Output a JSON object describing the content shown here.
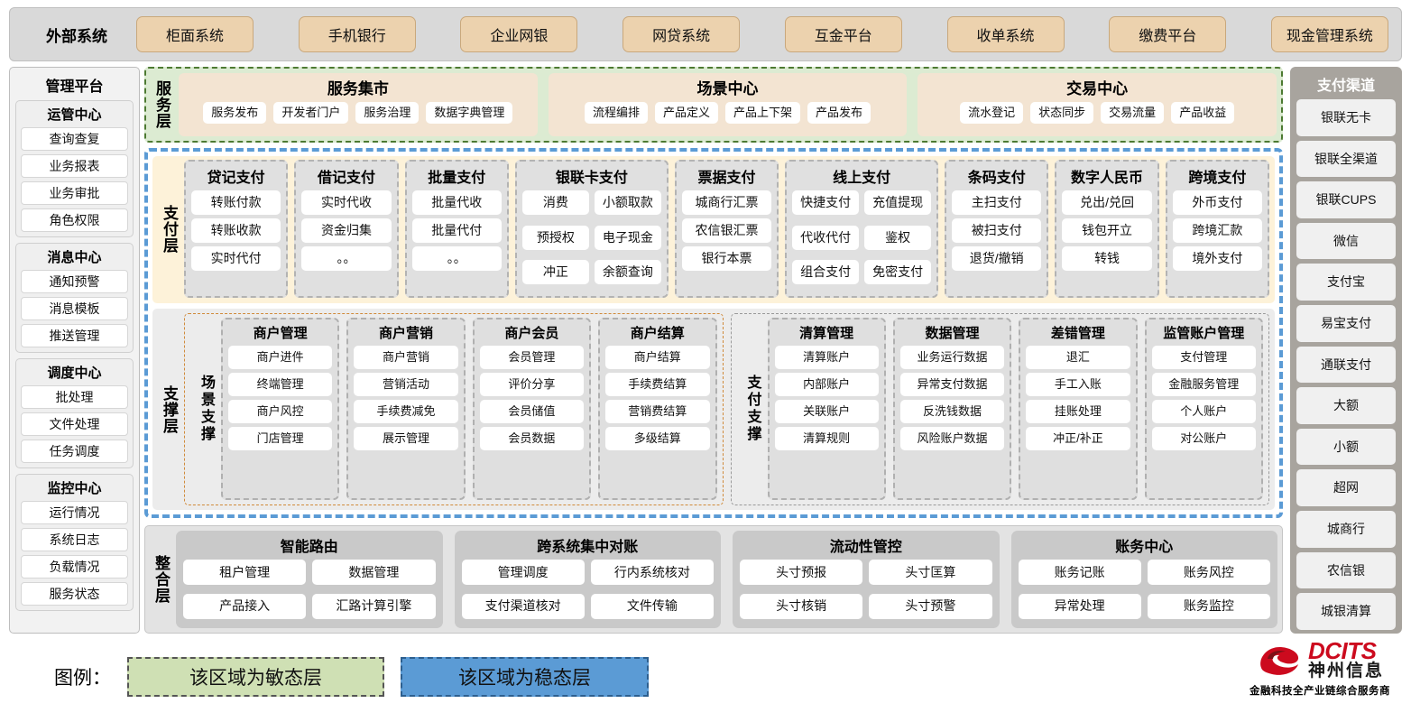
{
  "external": {
    "title": "外部系统",
    "items": [
      "柜面系统",
      "手机银行",
      "企业网银",
      "网贷系统",
      "互金平台",
      "收单系统",
      "缴费平台",
      "现金管理系统"
    ]
  },
  "management": {
    "title": "管理平台",
    "groups": [
      {
        "title": "运管中心",
        "items": [
          "查询查复",
          "业务报表",
          "业务审批",
          "角色权限"
        ]
      },
      {
        "title": "消息中心",
        "items": [
          "通知预警",
          "消息模板",
          "推送管理"
        ]
      },
      {
        "title": "调度中心",
        "items": [
          "批处理",
          "文件处理",
          "任务调度"
        ]
      },
      {
        "title": "监控中心",
        "items": [
          "运行情况",
          "系统日志",
          "负载情况",
          "服务状态"
        ]
      }
    ]
  },
  "service_layer": {
    "label": "服务层",
    "cards": [
      {
        "title": "服务集市",
        "items": [
          "服务发布",
          "开发者门户",
          "服务治理",
          "数据字典管理"
        ]
      },
      {
        "title": "场景中心",
        "items": [
          "流程编排",
          "产品定义",
          "产品上下架",
          "产品发布"
        ]
      },
      {
        "title": "交易中心",
        "items": [
          "流水登记",
          "状态同步",
          "交易流量",
          "产品收益"
        ]
      }
    ]
  },
  "payment_layer": {
    "label": "支付层",
    "cards": [
      {
        "title": "贷记支付",
        "cols": 1,
        "items": [
          "转账付款",
          "转账收款",
          "实时代付"
        ]
      },
      {
        "title": "借记支付",
        "cols": 1,
        "items": [
          "实时代收",
          "资金归集",
          "。。"
        ]
      },
      {
        "title": "批量支付",
        "cols": 1,
        "items": [
          "批量代收",
          "批量代付",
          "。。"
        ]
      },
      {
        "title": "银联卡支付",
        "cols": 2,
        "items": [
          "消费",
          "小额取款",
          "预授权",
          "电子现金",
          "冲正",
          "余额查询"
        ]
      },
      {
        "title": "票据支付",
        "cols": 1,
        "items": [
          "城商行汇票",
          "农信银汇票",
          "银行本票"
        ]
      },
      {
        "title": "线上支付",
        "cols": 2,
        "items": [
          "快捷支付",
          "充值提现",
          "代收代付",
          "鉴权",
          "组合支付",
          "免密支付"
        ]
      },
      {
        "title": "条码支付",
        "cols": 1,
        "items": [
          "主扫支付",
          "被扫支付",
          "退货/撤销"
        ]
      },
      {
        "title": "数字人民币",
        "cols": 1,
        "items": [
          "兑出/兑回",
          "钱包开立",
          "转钱"
        ]
      },
      {
        "title": "跨境支付",
        "cols": 1,
        "items": [
          "外币支付",
          "跨境汇款",
          "境外支付"
        ]
      }
    ]
  },
  "support_layer": {
    "label": "支撑层",
    "zones": [
      {
        "label": "场景支撑",
        "cards": [
          {
            "title": "商户管理",
            "items": [
              "商户进件",
              "终端管理",
              "商户风控",
              "门店管理"
            ]
          },
          {
            "title": "商户营销",
            "items": [
              "商户营销",
              "营销活动",
              "手续费减免",
              "展示管理"
            ]
          },
          {
            "title": "商户会员",
            "items": [
              "会员管理",
              "评价分享",
              "会员储值",
              "会员数据"
            ]
          },
          {
            "title": "商户结算",
            "items": [
              "商户结算",
              "手续费结算",
              "营销费结算",
              "多级结算"
            ]
          }
        ]
      },
      {
        "label": "支付支撑",
        "cards": [
          {
            "title": "清算管理",
            "items": [
              "清算账户",
              "内部账户",
              "关联账户",
              "清算规则"
            ]
          },
          {
            "title": "数据管理",
            "items": [
              "业务运行数据",
              "异常支付数据",
              "反洗钱数据",
              "风险账户数据"
            ]
          },
          {
            "title": "差错管理",
            "items": [
              "退汇",
              "手工入账",
              "挂账处理",
              "冲正/补正"
            ]
          },
          {
            "title": "监管账户管理",
            "items": [
              "支付管理",
              "金融服务管理",
              "个人账户",
              "对公账户"
            ]
          }
        ]
      }
    ]
  },
  "integration_layer": {
    "label": "整合层",
    "cards": [
      {
        "title": "智能路由",
        "items": [
          "租户管理",
          "数据管理",
          "产品接入",
          "汇路计算引擎"
        ]
      },
      {
        "title": "跨系统集中对账",
        "items": [
          "管理调度",
          "行内系统核对",
          "支付渠道核对",
          "文件传输"
        ]
      },
      {
        "title": "流动性管控",
        "items": [
          "头寸预报",
          "头寸匡算",
          "头寸核销",
          "头寸预警"
        ]
      },
      {
        "title": "账务中心",
        "items": [
          "账务记账",
          "账务风控",
          "异常处理",
          "账务监控"
        ]
      }
    ]
  },
  "channels": {
    "title": "支付渠道",
    "items": [
      "银联无卡",
      "银联全渠道",
      "银联CUPS",
      "微信",
      "支付宝",
      "易宝支付",
      "通联支付",
      "大额",
      "小额",
      "超网",
      "城商行",
      "农信银",
      "城银清算"
    ]
  },
  "legend": {
    "label": "图例：",
    "agile": "该区域为敏态层",
    "stable": "该区域为稳态层"
  },
  "logo": {
    "brand": "DCITS",
    "brand_cn": "神州信息",
    "tagline": "金融科技全产业链综合服务商"
  },
  "colors": {
    "agile_green": "#cfe0b4",
    "stable_blue": "#5b9bd5",
    "payment_cream": "#fdf2d9",
    "external_tan": "#ecd2ae",
    "brand_red": "#cc0a1e"
  }
}
